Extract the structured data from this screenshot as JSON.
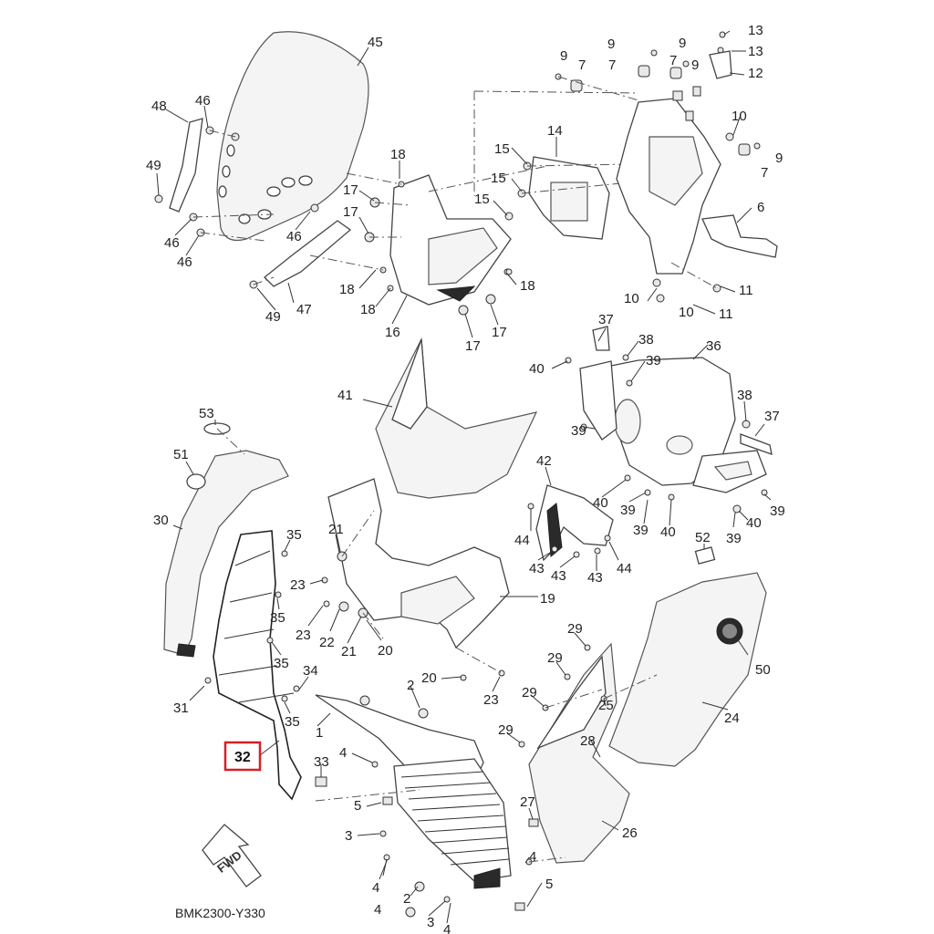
{
  "diagram_code": "BMK2300-Y330",
  "direction_marker": "FWD",
  "highlighted_part": "32",
  "callouts": {
    "c45": "45",
    "c48": "48",
    "c46a": "46",
    "c49a": "49",
    "c46b": "46",
    "c46c": "46",
    "c46d": "46",
    "c49b": "49",
    "c47": "47",
    "c18a": "18",
    "c17a": "17",
    "c17b": "17",
    "c18b": "18",
    "c18c": "18",
    "c16": "16",
    "c17c": "17",
    "c17d": "17",
    "c15a": "15",
    "c15b": "15",
    "c15c": "15",
    "c14": "14",
    "c18d": "18",
    "c9a": "9",
    "c9b": "9",
    "c9c": "9",
    "c9d": "9",
    "c9e": "9",
    "c7a": "7",
    "c7b": "7",
    "c7c": "7",
    "c7d": "7",
    "c13a": "13",
    "c13b": "13",
    "c12": "12",
    "c10a": "10",
    "c10b": "10",
    "c10c": "10",
    "c6": "6",
    "c11a": "11",
    "c11b": "11",
    "c37a": "37",
    "c38a": "38",
    "c40a": "40",
    "c39a": "39",
    "c36": "36",
    "c38b": "38",
    "c37b": "37",
    "c39b": "39",
    "c41": "41",
    "c42": "42",
    "c40b": "40",
    "c39c": "39",
    "c39d": "39",
    "c40c": "40",
    "c40d": "40",
    "c39e": "39",
    "c39f": "39",
    "c44a": "44",
    "c43a": "43",
    "c43b": "43",
    "c43c": "43",
    "c44b": "44",
    "c53": "53",
    "c51": "51",
    "c30": "30",
    "c35a": "35",
    "c35b": "35",
    "c35c": "35",
    "c35d": "35",
    "c21a": "21",
    "c23a": "23",
    "c23b": "23",
    "c22": "22",
    "c21b": "21",
    "c20a": "20",
    "c19": "19",
    "c52": "52",
    "c50": "50",
    "c24": "24",
    "c34": "34",
    "c31": "31",
    "c1": "1",
    "c2a": "2",
    "c20b": "20",
    "c23c": "23",
    "c29a": "29",
    "c29b": "29",
    "c29c": "29",
    "c29d": "29",
    "c25": "25",
    "c28": "28",
    "c33": "33",
    "c4a": "4",
    "c5a": "5",
    "c3a": "3",
    "c4b": "4",
    "c27": "27",
    "c26": "26",
    "c4c": "4",
    "c5b": "5",
    "c2b": "2",
    "c3b": "3",
    "c4d": "4",
    "c4e": "4"
  }
}
